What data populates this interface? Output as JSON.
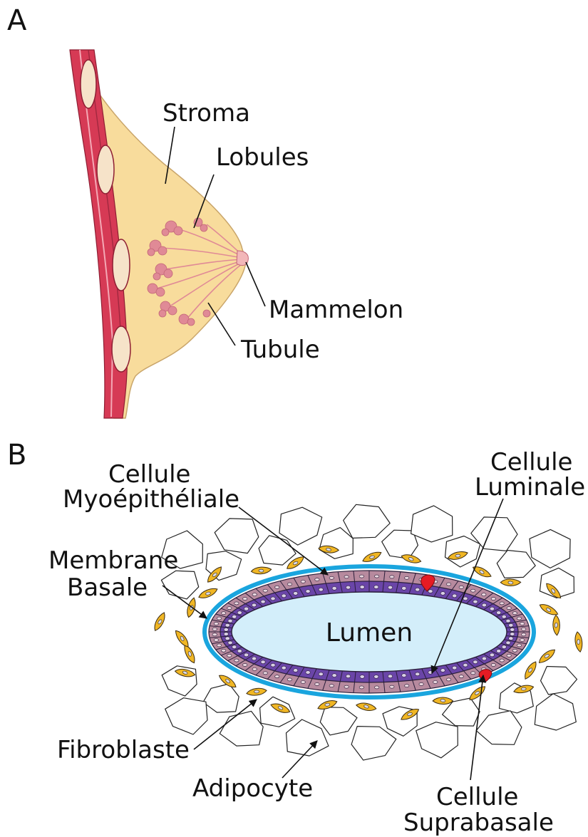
{
  "panel_a": {
    "letter": "A",
    "labels": {
      "stroma": "Stroma",
      "lobules": "Lobules",
      "mammelon": "Mammelon",
      "tubule": "Tubule"
    }
  },
  "panel_b": {
    "letter": "B",
    "labels": {
      "cellule_myo_1": "Cellule",
      "cellule_myo_2": "Myoépithéliale",
      "cellule_lum_1": "Cellule",
      "cellule_lum_2": "Luminale",
      "membrane_1": "Membrane",
      "membrane_2": "Basale",
      "lumen": "Lumen",
      "fibroblaste": "Fibroblaste",
      "adipocyte": "Adipocyte",
      "cellule_supra_1": "Cellule",
      "cellule_supra_2": "Suprabasale"
    }
  },
  "colors": {
    "skin": "#f8dc9c",
    "muscle": "#d63a55",
    "lobule": "#e08a96",
    "basement_membrane": "#1aa5de",
    "lumen": "#d3eefa",
    "luminal_cell": "#6a45a8",
    "myoepithelial_cell": "#b78a9e",
    "suprabasal_cell": "#e61b24",
    "fibroblast": "#f0b624"
  }
}
